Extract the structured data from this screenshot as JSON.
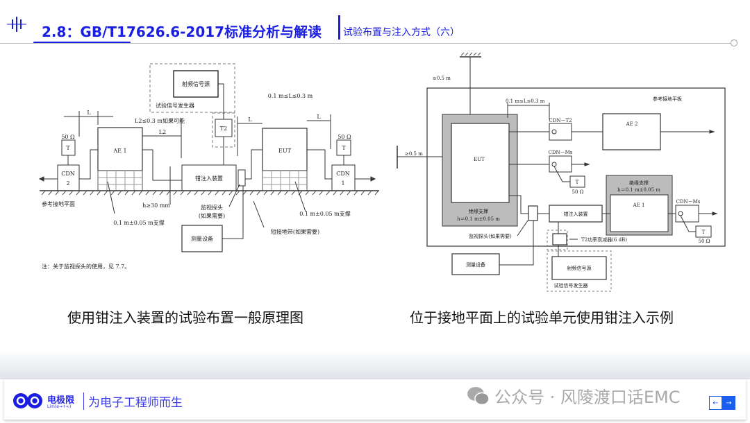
{
  "header": {
    "title": "2.8：GB/T17626.6-2017标准分析与解读",
    "subtitle": "试验布置与注入方式（六）"
  },
  "left_diagram": {
    "rf_source": "射频信号源",
    "generator": "试验信号发生器",
    "t2": "T2",
    "l_range": "0.1 m≤L≤0.3 m",
    "l": "L",
    "l2_note": "L2≤0.3 m如果可能",
    "l2": "L2",
    "ohm": "50 Ω",
    "t": "T",
    "ae1": "AE 1",
    "eut": "EUT",
    "cdn2_a": "CDN",
    "cdn2_b": "2",
    "cdn1_a": "CDN",
    "cdn1_b": "1",
    "clamp": "钳注入装置",
    "ground": "参考接地平面",
    "h": "h≥30 mm",
    "monitor_a": "监视探头",
    "monitor_b": "(如果需要)",
    "support": "0.1 m±0.05 m支撑",
    "strap": "短接地带(如果需要)",
    "measure": "测量设备",
    "note": "注：关于监视探头的使用，见 7.7。"
  },
  "right_diagram": {
    "dist": "≥0.5 m",
    "plane": "参考接地平板",
    "l_range": "0.1 m≤L≤0.3 m",
    "cdn_t2": "CDN－T2",
    "ae2": "AE 2",
    "eut": "EUT",
    "cdn_ms": "CDN－Ms",
    "t": "T",
    "ohm": "50 Ω",
    "insul": "绝缘支撑",
    "h": "h＝0.1 m±0.05 m",
    "ae1": "AE 1",
    "clamp": "钳注入装置",
    "monitor": "监视探头(如果需要)",
    "attenuator": "T2功率衰减器(6 dB)",
    "measure": "测量设备",
    "rf_source": "射频信号源",
    "generator": "试验信号发生器"
  },
  "captions": {
    "left": "使用钳注入装置的试验布置一般原理图",
    "right": "位于接地平面上的试验单元使用钳注入示例"
  },
  "footer": {
    "brand": "电极限",
    "brand_sub": "Lim(e→+∞)",
    "slogan": "为电子工程师而生",
    "watermark": "公众号 · 风陵渡口话EMC",
    "prev": "←",
    "next": "→"
  },
  "colors": {
    "accent": "#1a1ee0"
  }
}
